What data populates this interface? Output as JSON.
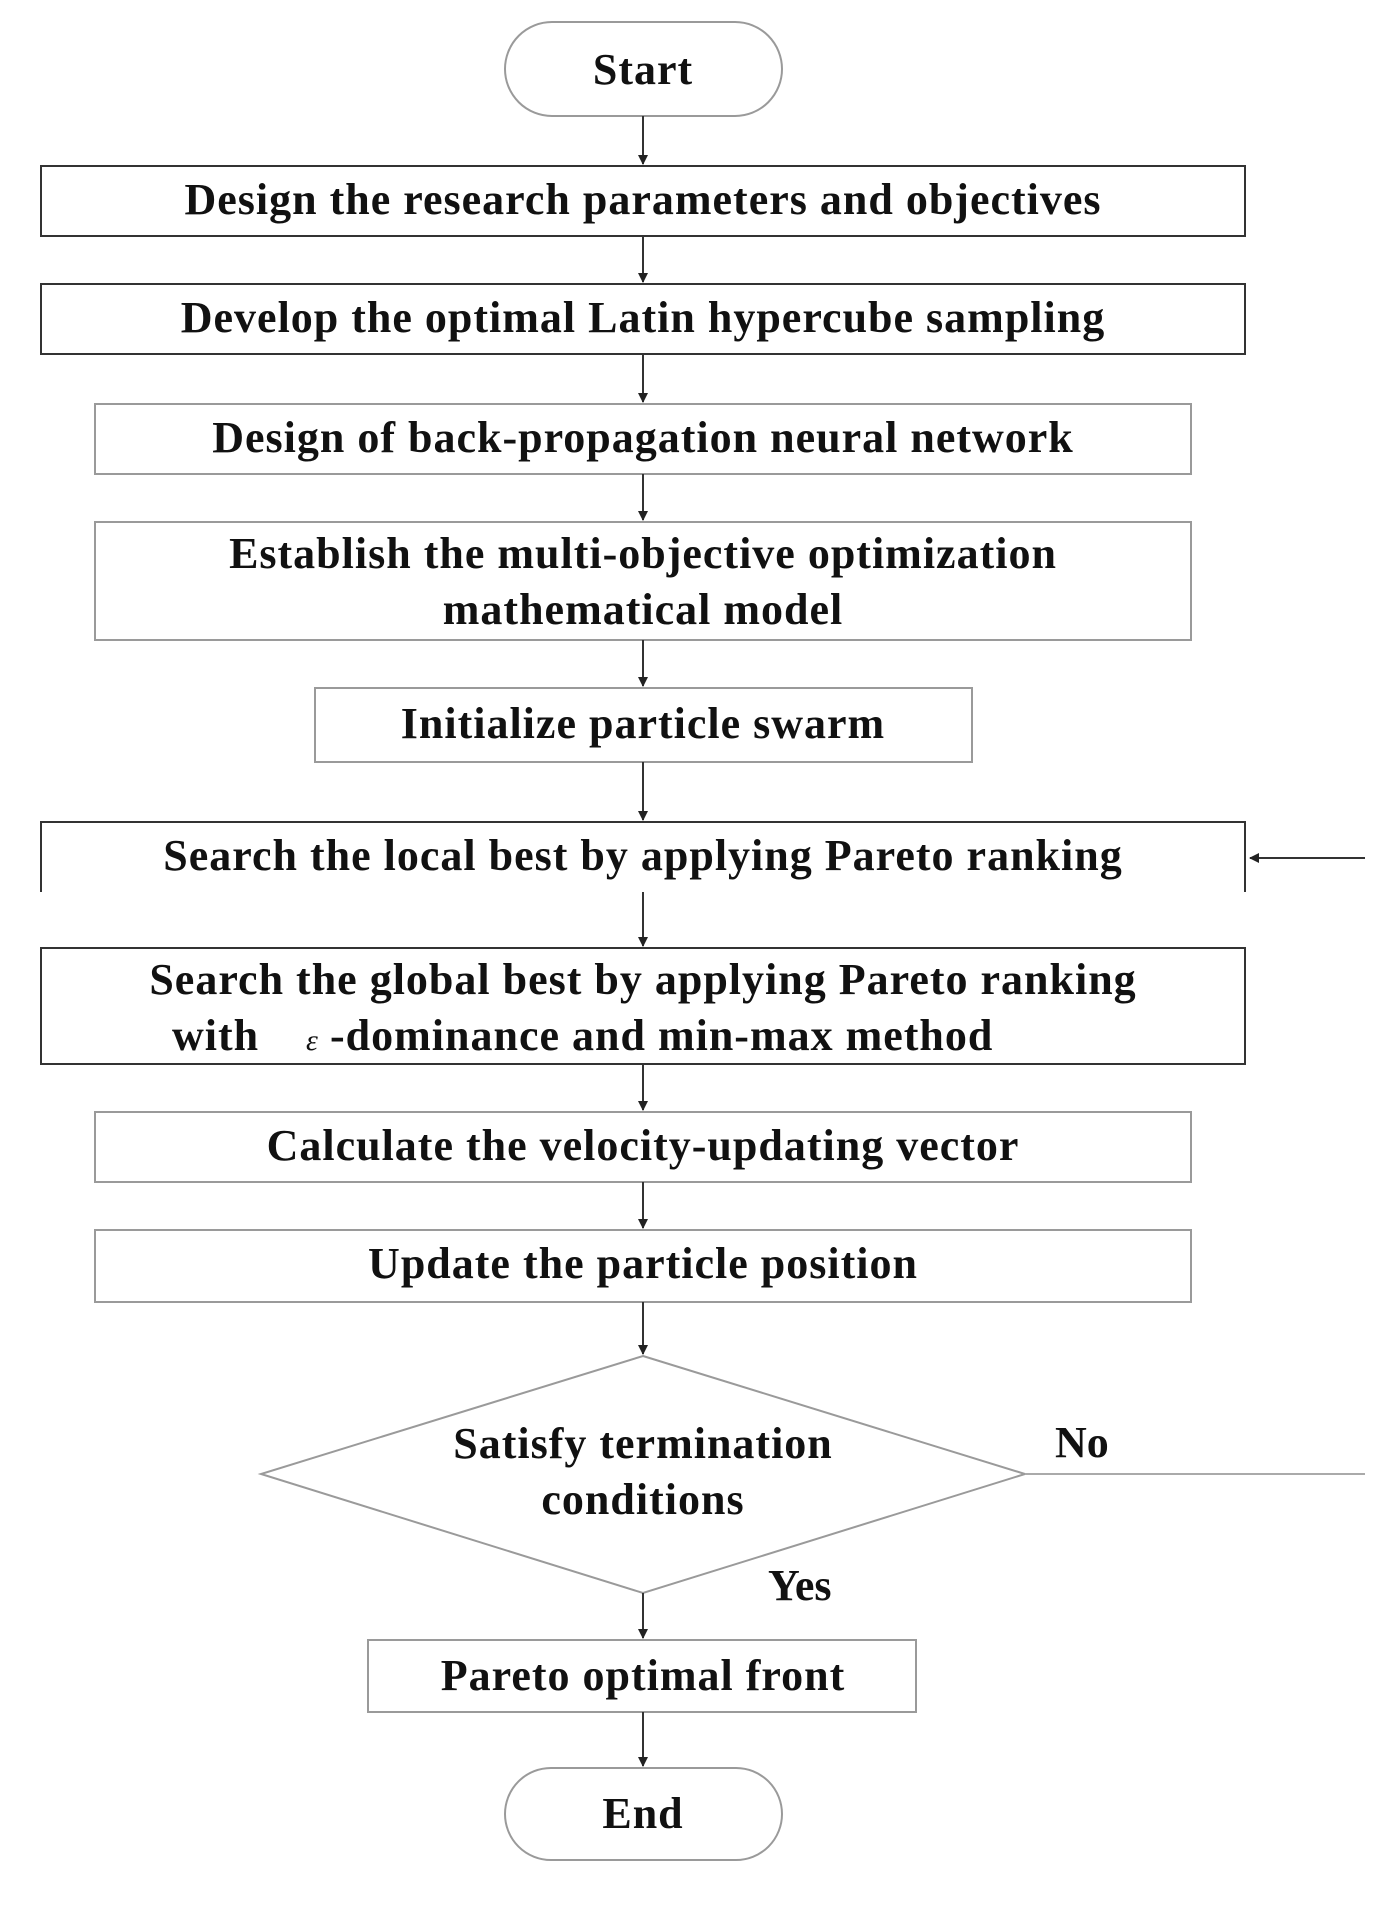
{
  "diagram": {
    "start": "Start",
    "steps": [
      "Design the research parameters and objectives",
      "Develop the optimal Latin hypercube sampling",
      "Design of back-propagation neural network",
      "Establish the multi-objective optimization",
      "mathematical model",
      "Initialize particle swarm",
      "Search the local best by applying Pareto ranking",
      "Search the global best by applying Pareto ranking",
      "with",
      "ε",
      "-dominance and min-max method",
      "Calculate the velocity-updating vector",
      "Update the particle position"
    ],
    "decision": {
      "line1": "Satisfy termination",
      "line2": "conditions",
      "no_label": "No",
      "yes_label": "Yes"
    },
    "result": "Pareto optimal front",
    "end": "End"
  }
}
